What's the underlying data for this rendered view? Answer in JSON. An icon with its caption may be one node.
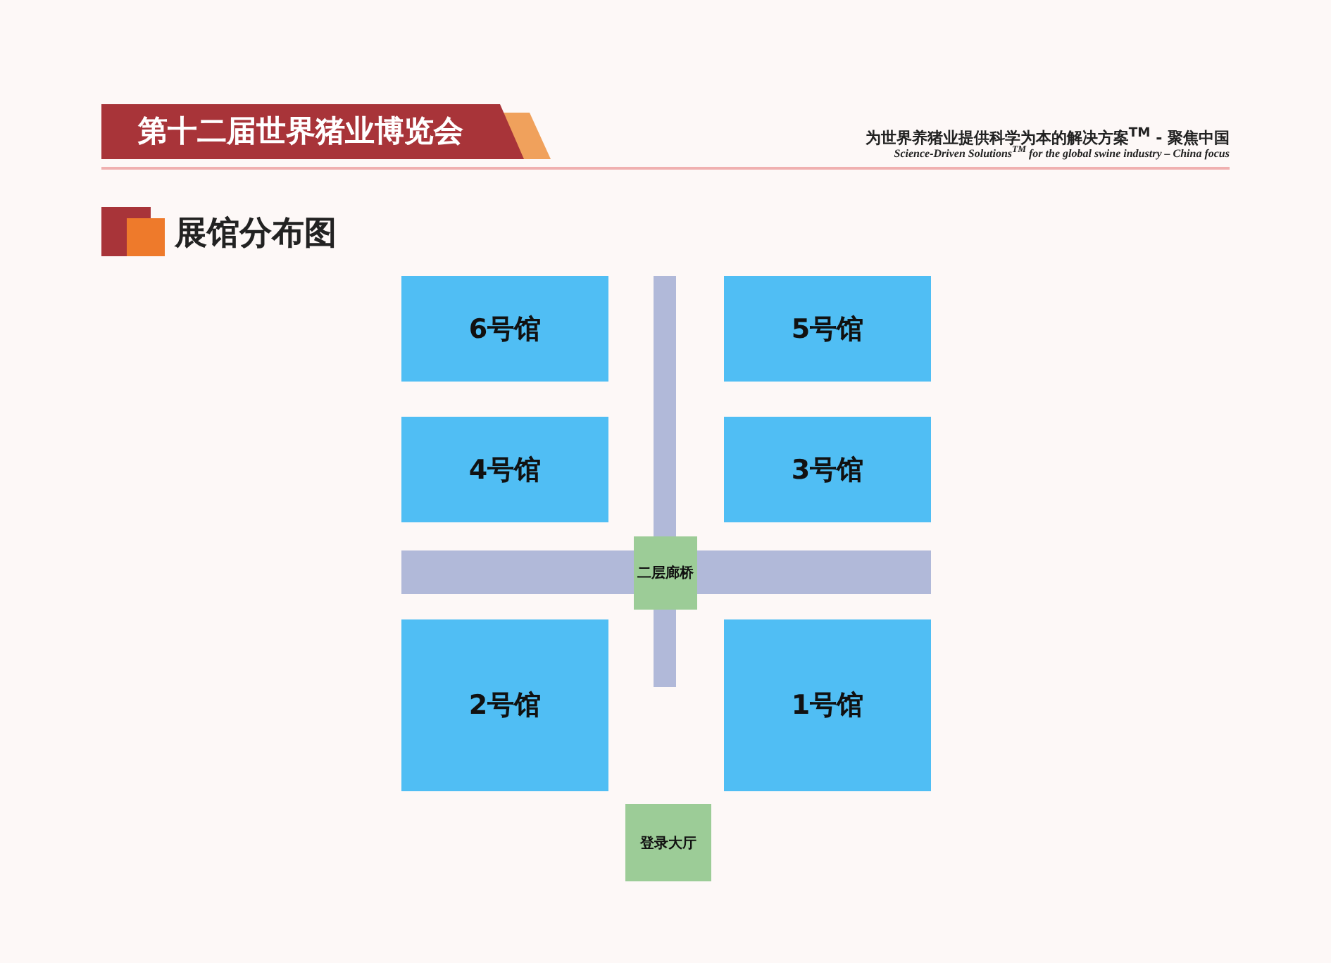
{
  "diagram": {
    "title": "展馆分布图",
    "nodes": [
      {
        "text": [],
        "shape": "bar"
      },
      {
        "text": [
          "6号馆"
        ]
      },
      {
        "text": [
          "5号馆"
        ]
      },
      {
        "text": [
          "4号馆"
        ]
      },
      {
        "text": [
          "3号馆"
        ]
      },
      {
        "text": [],
        "shape": "bar"
      },
      {
        "text": [
          "二层廊桥"
        ]
      },
      {
        "text": [],
        "shape": "bar"
      },
      {
        "text": [
          "2号馆"
        ]
      },
      {
        "text": [
          "1号馆"
        ]
      },
      {
        "text": [
          "登录大厅"
        ]
      }
    ],
    "labels": [
      "第十二届世界猪业博览会",
      "为世界养猪业提供科学为本的解决方案$^{TM}$ - 聚焦中国",
      "Science-Driven Solutions$^{TM}$ for the global swine industry – China focus"
    ]
  }
}
